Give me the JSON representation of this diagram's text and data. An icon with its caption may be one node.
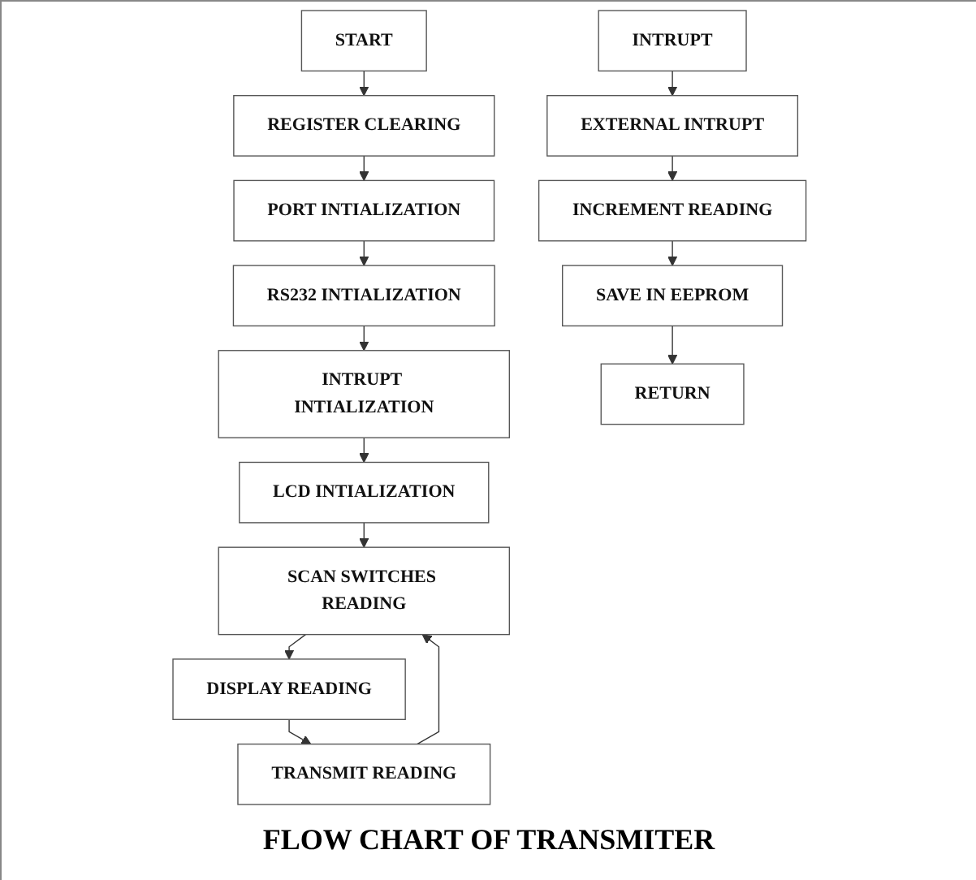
{
  "diagram": {
    "caption": "FLOW CHART OF TRANSMITER",
    "nodes": [
      {
        "text": [
          "START"
        ]
      },
      {
        "text": [
          "REGISTER CLEARING"
        ]
      },
      {
        "text": [
          "PORT INTIALIZATION"
        ]
      },
      {
        "text": [
          "RS232 INTIALIZATION"
        ]
      },
      {
        "text": [
          "INTRUPT INTIALIZATION"
        ]
      },
      {
        "text": [
          "LCD INTIALIZATION"
        ]
      },
      {
        "text": [
          "SCAN SWITCHES READING"
        ]
      },
      {
        "text": [
          "DISPLAY READING"
        ]
      },
      {
        "text": [
          "TRANSMIT READING"
        ]
      },
      {
        "text": [
          "INTRUPT"
        ]
      },
      {
        "text": [
          "EXTERNAL INTRUPT"
        ]
      },
      {
        "text": [
          "INCREMENT READING"
        ]
      },
      {
        "text": [
          "SAVE IN EEPROM"
        ]
      },
      {
        "text": [
          "RETURN"
        ]
      }
    ],
    "edges": [
      {
        "from": 0,
        "to": 1,
        "arrow": "to"
      },
      {
        "from": 1,
        "to": 2,
        "arrow": "to"
      },
      {
        "from": 2,
        "to": 3,
        "arrow": "to"
      },
      {
        "from": 3,
        "to": 4,
        "arrow": "to"
      },
      {
        "from": 4,
        "to": 5,
        "arrow": "to"
      },
      {
        "from": 5,
        "to": 6,
        "arrow": "to"
      },
      {
        "from": 6,
        "to": 7,
        "arrow": "to"
      },
      {
        "from": 7,
        "to": 8,
        "arrow": "to"
      },
      {
        "from": 8,
        "to": 6,
        "arrow": "to"
      },
      {
        "from": 9,
        "to": 10,
        "arrow": "to"
      },
      {
        "from": 10,
        "to": 11,
        "arrow": "to"
      },
      {
        "from": 11,
        "to": 12,
        "arrow": "to"
      },
      {
        "from": 12,
        "to": 13,
        "arrow": "to"
      }
    ]
  }
}
